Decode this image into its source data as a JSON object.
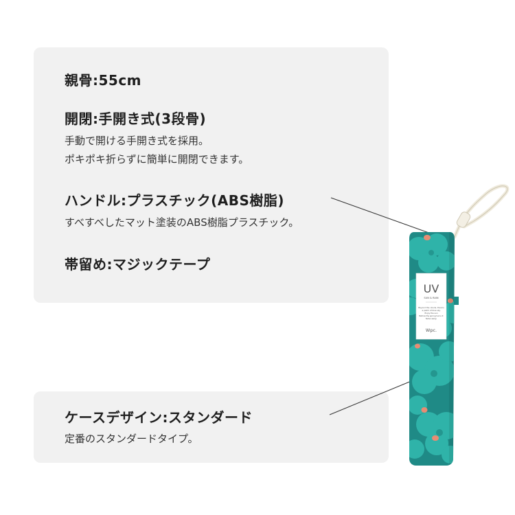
{
  "specs": {
    "rib": {
      "title": "親骨:55cm"
    },
    "opening": {
      "title": "開閉:手開き式(3段骨)",
      "desc_line1": "手動で開ける手開き式を採用。",
      "desc_line2": "ポキポキ折らずに簡単に開閉できます。"
    },
    "handle": {
      "title": "ハンドル:プラスチック(ABS樹脂)",
      "desc": "すべすべしたマット塗装のABS樹脂プラスチック。"
    },
    "strap": {
      "title": "帯留め:マジックテープ"
    },
    "case": {
      "title": "ケースデザイン:スタンダード",
      "desc": "定番のスタンダードタイプ。"
    }
  },
  "tag": {
    "brand_big": "UV",
    "brand_sub": "SUN & RAIN",
    "poem_line1": "Beyond the clouds, there's",
    "poem_line2": "a patch of blue sky.",
    "poem_line3": "Enjoy the sun",
    "poem_line4": "Before the spring turns it",
    "poem_line5": "fades away.",
    "logo": "Wpc."
  },
  "colors": {
    "panel": "#f1f1f1",
    "case_teal": "#1f8a86",
    "flower": "#2fb3a9",
    "dot": "#e88c73",
    "cord": "#efeadc"
  },
  "icons": [
    "umbrella-illustration",
    "callout-line"
  ]
}
